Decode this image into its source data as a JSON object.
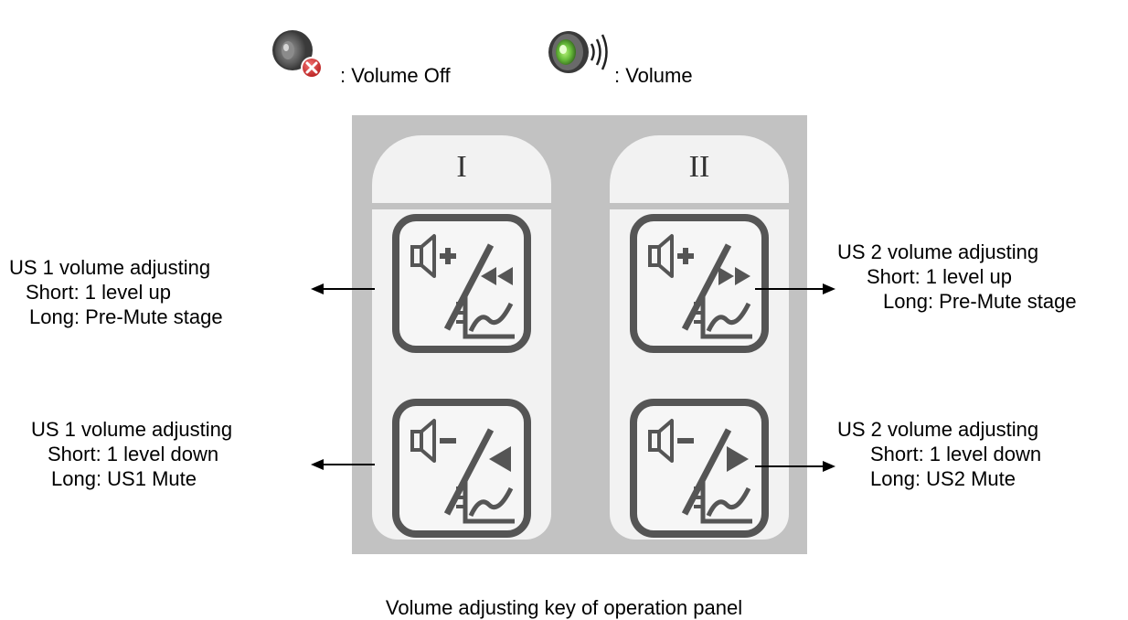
{
  "legend": {
    "volume_off": {
      "icon": "speaker-muted-icon",
      "label": ": Volume Off"
    },
    "volume_on": {
      "icon": "speaker-sound-icon",
      "label": ": Volume"
    }
  },
  "panel": {
    "column_1": {
      "label": "I"
    },
    "column_2": {
      "label": "II"
    },
    "keys": [
      {
        "icon": "volume-up-rewind-icon",
        "column": "I"
      },
      {
        "icon": "volume-down-play-back-icon",
        "column": "I"
      },
      {
        "icon": "volume-up-fast-forward-icon",
        "column": "II"
      },
      {
        "icon": "volume-down-play-icon",
        "column": "II"
      }
    ]
  },
  "callouts": {
    "us1_up": {
      "title": "US 1 volume adjusting",
      "short": "Short: 1 level up",
      "long": "Long: Pre-Mute stage"
    },
    "us1_down": {
      "title": "US 1 volume adjusting",
      "short": "Short: 1 level down",
      "long": "Long:  US1 Mute"
    },
    "us2_up": {
      "title": "US 2 volume adjusting",
      "short": "Short: 1 level up",
      "long": "Long: Pre-Mute stage"
    },
    "us2_down": {
      "title": "US 2 volume adjusting",
      "short": "Short: 1 level down",
      "long": "Long:  US2 Mute"
    }
  },
  "caption": "Volume adjusting key of operation panel",
  "colors": {
    "panel_bg": "#c2c2c2",
    "column_bg": "#f2f2f2",
    "key_stroke": "#555555",
    "speaker_on_accent": "#6abf3c",
    "speaker_off_badge": "#d83a3a"
  }
}
